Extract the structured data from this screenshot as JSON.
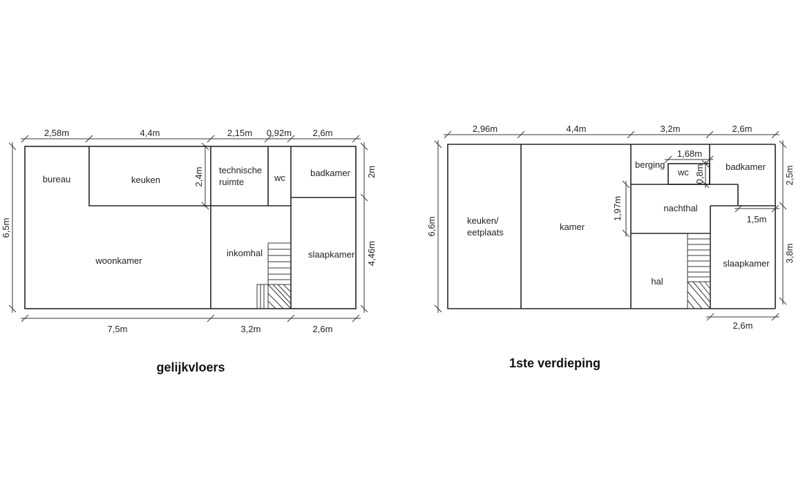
{
  "ground_floor": {
    "title": "gelijkvloers",
    "rooms": {
      "bureau": "bureau",
      "keuken": "keuken",
      "technische_1": "technische",
      "technische_2": "ruimte",
      "wc": "wc",
      "badkamer": "badkamer",
      "woonkamer": "woonkamer",
      "inkomhal": "inkomhal",
      "slaapkamer": "slaapkamer"
    },
    "dims": {
      "top_1": "2,58m",
      "top_2": "4,4m",
      "top_3": "2,15m",
      "top_4": "0,92m",
      "top_5": "2,6m",
      "bottom_1": "7,5m",
      "bottom_2": "3,2m",
      "bottom_3": "2,6m",
      "left_total": "6,5m",
      "right_1": "2m",
      "right_2": "4,46m",
      "keuken_depth": "2,4m"
    }
  },
  "first_floor": {
    "title": "1ste verdieping",
    "rooms": {
      "keuken_1": "keuken/",
      "keuken_2": "eetplaats",
      "kamer": "kamer",
      "berging": "berging",
      "wc": "wc",
      "badkamer": "badkamer",
      "nachthal": "nachthal",
      "hal": "hal",
      "slaapkamer": "slaapkamer"
    },
    "dims": {
      "top_1": "2,96m",
      "top_2": "4,4m",
      "top_3": "3,2m",
      "top_4": "2,6m",
      "wc_width": "1,68m",
      "wc_depth": "0,8m",
      "left_total": "6,6m",
      "nachthal_depth": "1,97m",
      "right_1": "2,5m",
      "right_2": "3,8m",
      "slaapkamer_inset": "1,5m",
      "bottom": "2,6m"
    }
  }
}
